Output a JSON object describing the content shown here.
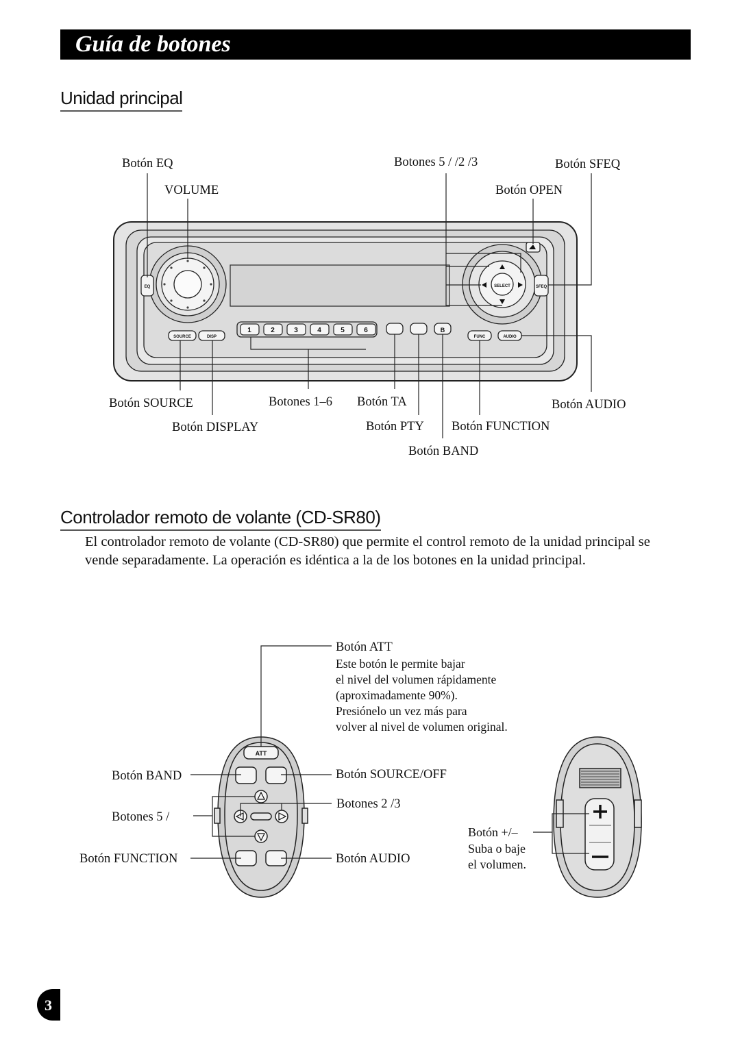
{
  "header": {
    "title": "Guía de botones"
  },
  "section_main": {
    "heading": "Unidad principal",
    "labels": {
      "eq": "Botón EQ",
      "volume": "VOLUME",
      "buttons_5_2_3": "Botones 5 /   /2 /3",
      "sfeq": "Botón SFEQ",
      "open": "Botón OPEN",
      "source": "Botón SOURCE",
      "buttons_1_6": "Botones 1–6",
      "ta": "Botón TA",
      "audio": "Botón AUDIO",
      "display": "Botón DISPLAY",
      "pty": "Botón PTY",
      "function": "Botón FUNCTION",
      "band": "Botón BAND"
    },
    "unit_keys": {
      "eq": "EQ",
      "select": "SELECT",
      "sfeq": "SFEQ",
      "presets": [
        "1",
        "2",
        "3",
        "4",
        "5",
        "6"
      ],
      "source": "SOURCE",
      "disp": "DISP",
      "b": "B",
      "func": "FUNC",
      "audio": "AUDIO"
    }
  },
  "section_remote": {
    "heading": "Controlador remoto de volante (CD-SR80)",
    "paragraph": "El controlador remoto de volante (CD-SR80) que permite el control remoto de la unidad principal se vende separadamente. La operación es idéntica a la de los botones en la unidad principal.",
    "labels": {
      "att": "Botón ATT",
      "att_desc": [
        "Este botón le permite bajar",
        "el nivel del volumen rápidamente",
        "(aproximadamente 90%).",
        "Presiónelo un vez más para",
        "volver al nivel de volumen original."
      ],
      "band": "Botón BAND",
      "source_off": "Botón SOURCE/OFF",
      "buttons_5": "Botones 5 /",
      "buttons_2_3": "Botones 2 /3",
      "function": "Botón FUNCTION",
      "audio": "Botón AUDIO",
      "plus_minus": "Botón +/–",
      "plus_minus_desc": [
        "Suba o baje",
        "el volumen."
      ]
    },
    "remote_keys": {
      "att": "ATT"
    }
  },
  "footer": {
    "page_number": "3"
  }
}
